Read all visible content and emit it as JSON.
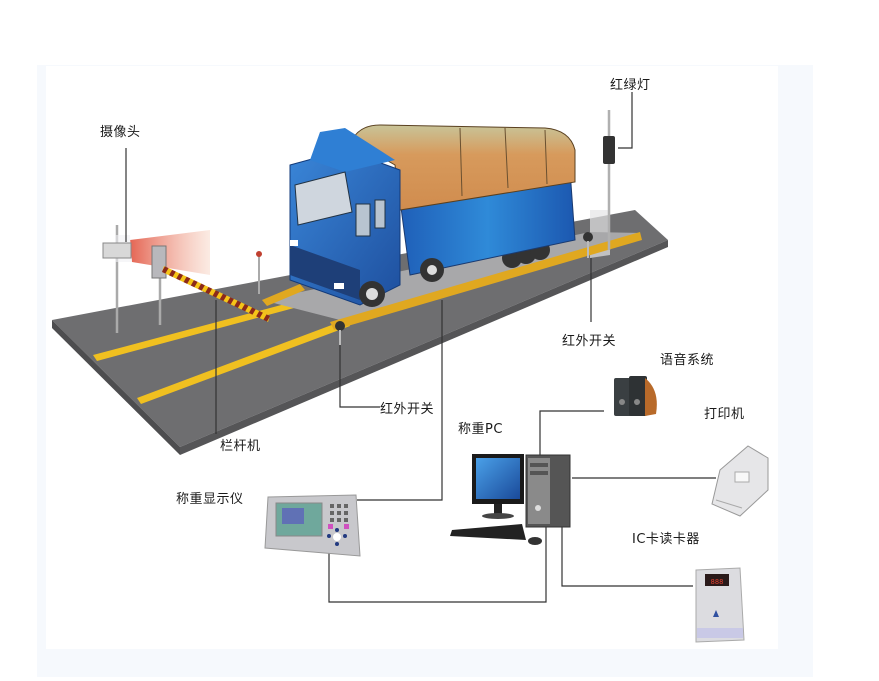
{
  "diagram": {
    "type": "system-architecture",
    "subject": "Truck scale weighing system",
    "colors": {
      "road": "#6e6e70",
      "road_edge": "#4d4d4f",
      "lane_line": "#f0c020",
      "scale_platform": "#a8a8aa",
      "truck_cab": "#2d6fc4",
      "truck_cargo_cover": "#d49a5a",
      "truck_container": "#2a78d2",
      "barrier_stripe_a": "#f5c518",
      "barrier_stripe_b": "#8b2a1a",
      "camera_beam": "#e8604a",
      "connector_line": "#333333"
    },
    "labels": {
      "camera": "摄像头",
      "traffic_light": "红绿灯",
      "barrier_gate": "栏杆机",
      "infrared_switch_front": "红外开关",
      "infrared_switch_rear": "红外开关",
      "voice_system": "语音系统",
      "printer": "打印机",
      "weighing_pc": "称重PC",
      "weighing_display": "称重显示仪",
      "ic_card_reader": "IC卡读卡器"
    },
    "nodes": [
      {
        "id": "camera",
        "icon": "camera-icon"
      },
      {
        "id": "barrier_gate",
        "icon": "barrier-gate-icon"
      },
      {
        "id": "traffic_light",
        "icon": "traffic-light-icon"
      },
      {
        "id": "infrared_switch_front",
        "icon": "infrared-sensor-icon"
      },
      {
        "id": "infrared_switch_rear",
        "icon": "infrared-sensor-icon"
      },
      {
        "id": "truck",
        "icon": "truck-icon"
      },
      {
        "id": "weighing_pc",
        "icon": "desktop-computer-icon"
      },
      {
        "id": "weighing_display",
        "icon": "weighing-indicator-icon"
      },
      {
        "id": "voice_system",
        "icon": "speaker-icon"
      },
      {
        "id": "printer",
        "icon": "printer-icon"
      },
      {
        "id": "ic_card_reader",
        "icon": "card-reader-icon"
      }
    ],
    "edges": [
      {
        "from": "weighing_display",
        "to": "truck_scale"
      },
      {
        "from": "weighing_display",
        "to": "weighing_pc"
      },
      {
        "from": "weighing_pc",
        "to": "voice_system"
      },
      {
        "from": "weighing_pc",
        "to": "printer"
      },
      {
        "from": "weighing_pc",
        "to": "ic_card_reader"
      }
    ]
  }
}
